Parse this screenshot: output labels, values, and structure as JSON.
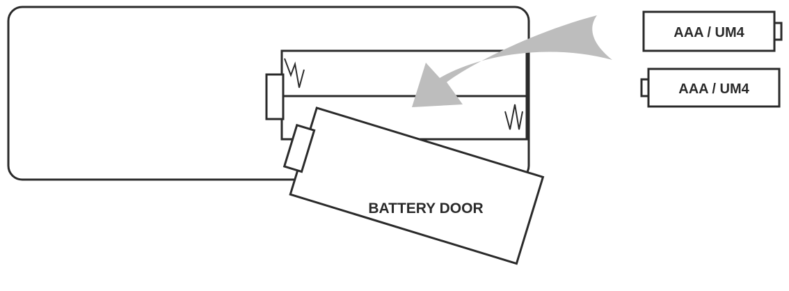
{
  "batteries": [
    {
      "label": "AAA / UM4"
    },
    {
      "label": "AAA / UM4"
    }
  ],
  "battery_door": {
    "label": "BATTERY DOOR"
  },
  "colors": {
    "outline": "#2a2a2a",
    "arrow": "#bdbdbd",
    "background": "#ffffff"
  }
}
